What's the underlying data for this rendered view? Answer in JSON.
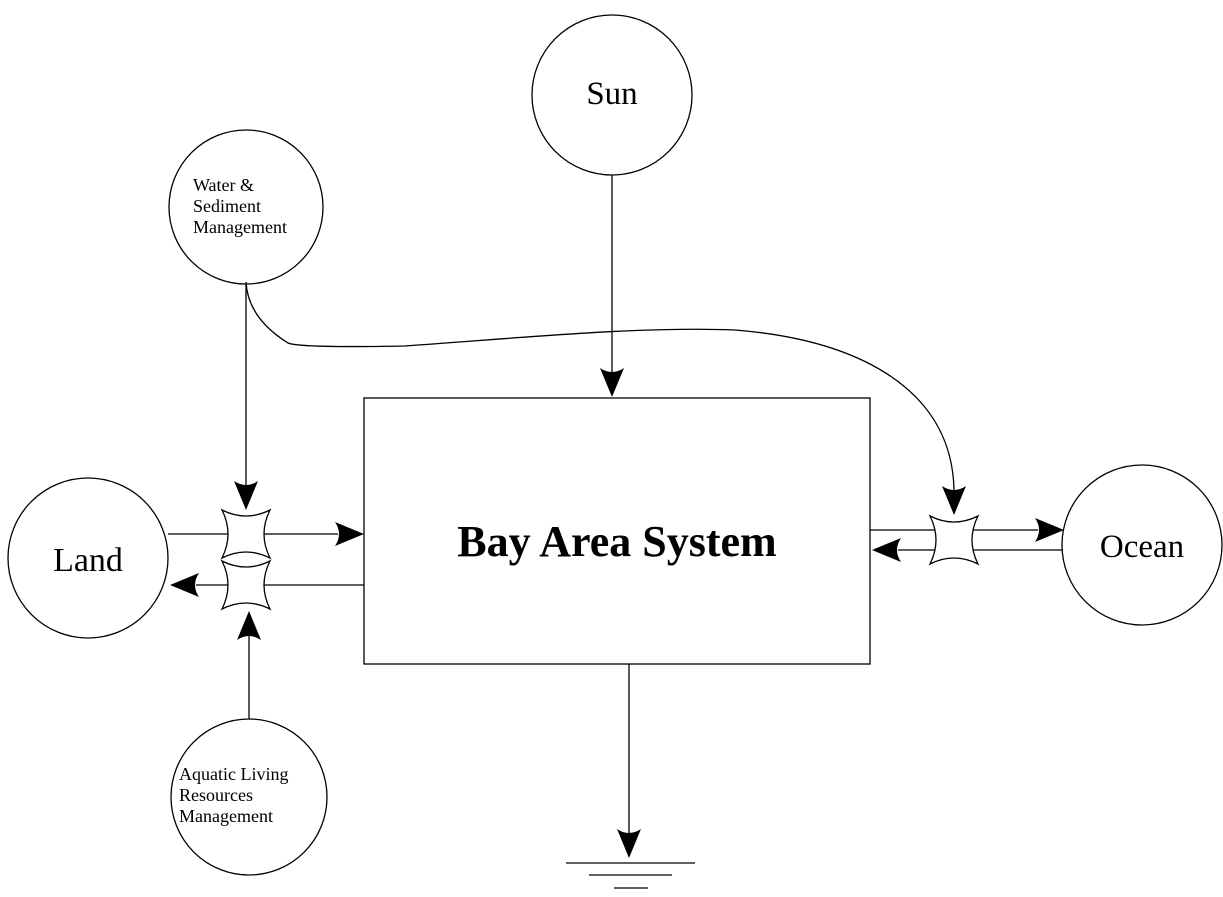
{
  "nodes": {
    "sun": "Sun",
    "land": "Land",
    "ocean": "Ocean",
    "water_mgmt": [
      "Water &",
      "Sediment",
      "Management"
    ],
    "aquatic_mgmt": [
      "Aquatic Living",
      "Resources",
      "Management"
    ],
    "system": "Bay Area System"
  },
  "colors": {
    "stroke": "#000000",
    "background": "#ffffff"
  },
  "icons": {
    "sink": "heat-sink-ground-symbol",
    "interaction": "interaction-workgate-symbol"
  }
}
